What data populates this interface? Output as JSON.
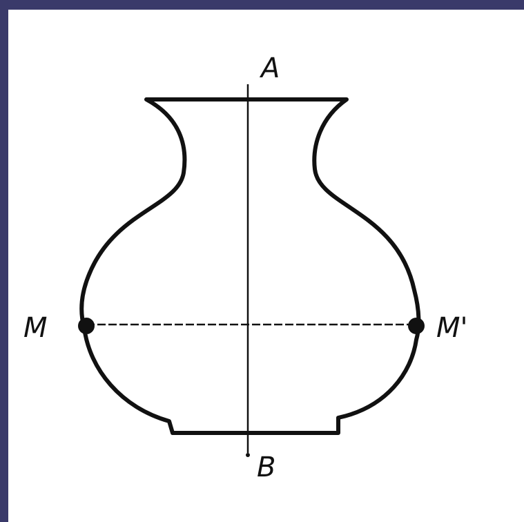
{
  "diagram": {
    "axis_top_label": "A",
    "axis_bottom_label": "B",
    "left_point_label": "M",
    "right_point_label": "M'"
  },
  "colors": {
    "frame_border": "#3a3a6a",
    "ink": "#111111",
    "background": "#ffffff"
  }
}
